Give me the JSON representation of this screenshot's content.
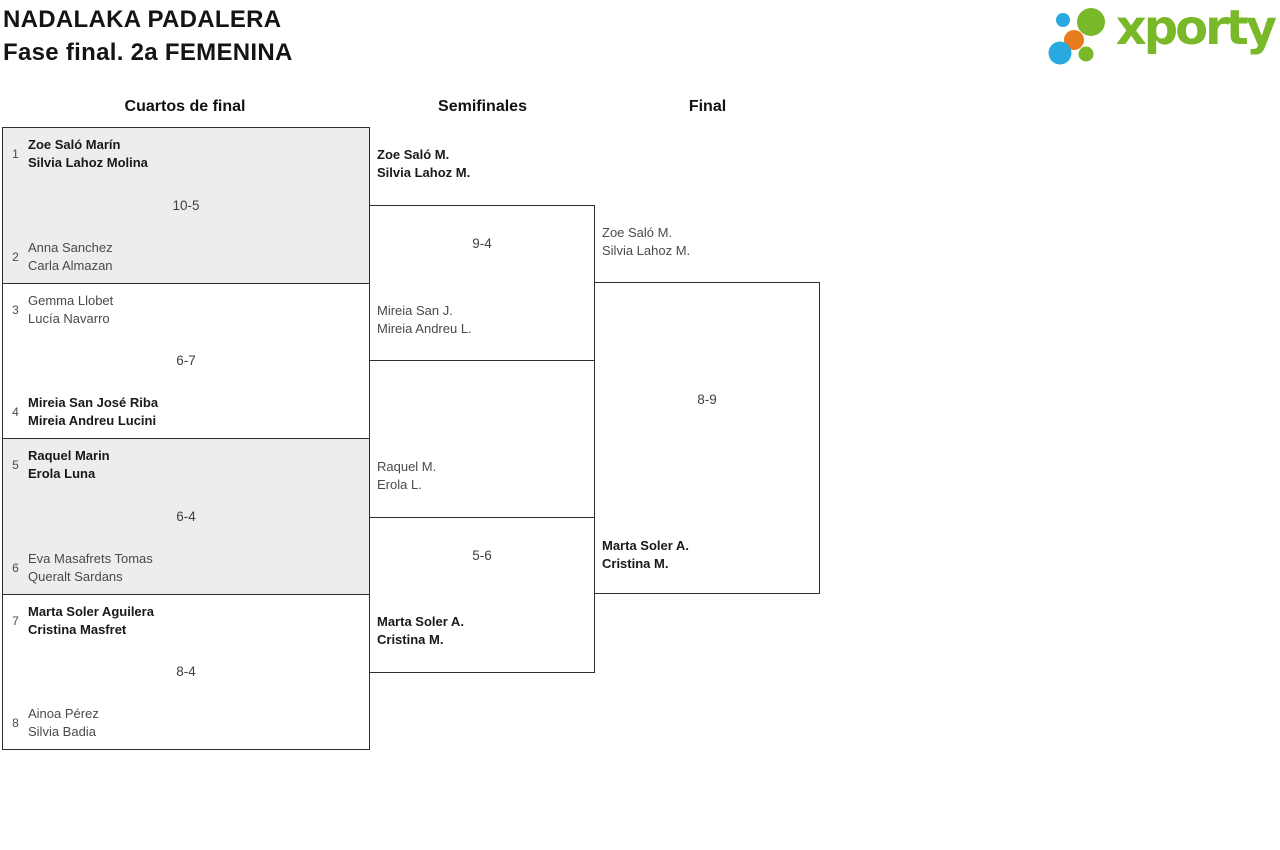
{
  "header": {
    "title_line1": "NADALAKA PADALERA",
    "title_line2": "Fase final. 2a FEMENINA",
    "logo_text": "xporty",
    "logo_colors": {
      "green": "#79b829",
      "blue": "#29a9e0",
      "orange": "#e87c1e"
    }
  },
  "columns": {
    "quarterfinals": "Cuartos de final",
    "semifinals": "Semifinales",
    "final": "Final"
  },
  "style": {
    "border_color": "#2e2e2e",
    "shaded_match_bg": "#ededed",
    "winner_text_color": "#191919",
    "loser_text_color": "#4a4a4a"
  },
  "bracket": {
    "quarterfinals": [
      {
        "seed_top": "1",
        "team_top": [
          "Zoe Saló Marín",
          "Silvia Lahoz Molina"
        ],
        "top_winner": true,
        "score": "10-5",
        "seed_bottom": "2",
        "team_bottom": [
          "Anna Sanchez",
          "Carla Almazan"
        ],
        "bottom_winner": false
      },
      {
        "seed_top": "3",
        "team_top": [
          "Gemma Llobet",
          "Lucía Navarro"
        ],
        "top_winner": false,
        "score": "6-7",
        "seed_bottom": "4",
        "team_bottom": [
          "Mireia San José Riba",
          "Mireia Andreu Lucini"
        ],
        "bottom_winner": true
      },
      {
        "seed_top": "5",
        "team_top": [
          "Raquel Marin",
          "Erola Luna"
        ],
        "top_winner": true,
        "score": "6-4",
        "seed_bottom": "6",
        "team_bottom": [
          "Eva Masafrets Tomas",
          "Queralt Sardans"
        ],
        "bottom_winner": false
      },
      {
        "seed_top": "7",
        "team_top": [
          "Marta Soler Aguilera",
          "Cristina Masfret"
        ],
        "top_winner": true,
        "score": "8-4",
        "seed_bottom": "8",
        "team_bottom": [
          "Ainoa Pérez",
          "Silvia Badia"
        ],
        "bottom_winner": false
      }
    ],
    "semifinals": [
      {
        "team_top": [
          "Zoe Saló M.",
          "Silvia Lahoz M."
        ],
        "top_winner": true,
        "score": "9-4",
        "team_bottom": [
          "Mireia San J.",
          "Mireia Andreu L."
        ],
        "bottom_winner": false
      },
      {
        "team_top": [
          "Raquel M.",
          "Erola L."
        ],
        "top_winner": false,
        "score": "5-6",
        "team_bottom": [
          "Marta Soler A.",
          "Cristina M."
        ],
        "bottom_winner": true
      }
    ],
    "final": {
      "team_top": [
        "Zoe Saló M.",
        "Silvia Lahoz M."
      ],
      "top_winner": false,
      "score": "8-9",
      "team_bottom": [
        "Marta Soler A.",
        "Cristina M."
      ],
      "bottom_winner": true
    }
  }
}
